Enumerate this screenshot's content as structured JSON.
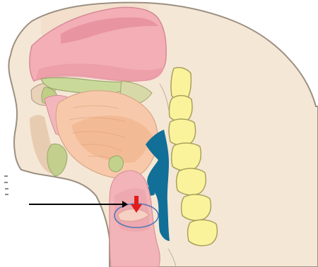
{
  "diagram": {
    "style": "sagittal section of head and neck, illustrative drawing",
    "marker": {
      "pointer": "arrow-right",
      "indicator": "arrow-down",
      "highlight": "ellipse-outline"
    },
    "colors": {
      "skin": "#f5e7d6",
      "skin_outline": "#9b8f80",
      "nasal_cavity": "#f3aeb6",
      "nasal_cavity_dark": "#e58f9d",
      "palate_region": "#c9d99a",
      "tongue": "#f7c9aa",
      "tongue_shadow": "#efb58d",
      "pharynx_airway": "#126f97",
      "vertebra": "#fbf39c",
      "vertebra_outline": "#a8a25a",
      "larynx": "#f2b4b9",
      "arrow_line": "#000000",
      "red_arrow": "#e21b1b",
      "highlight_ellipse": "#4f79b7"
    }
  }
}
